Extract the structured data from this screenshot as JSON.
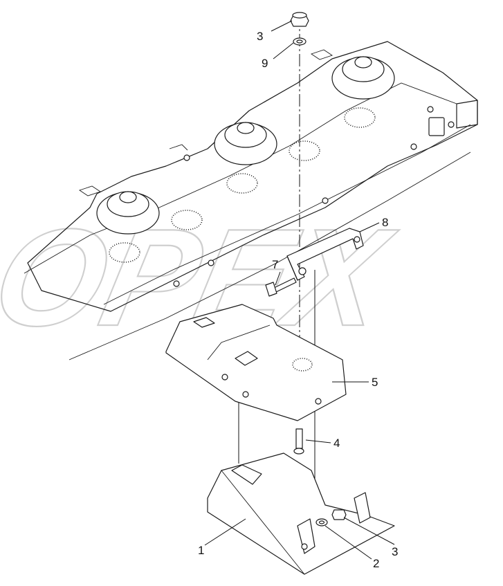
{
  "watermark": {
    "text": "OPEX"
  },
  "callouts": [
    {
      "id": "c-3-top",
      "label": "3"
    },
    {
      "id": "c-9",
      "label": "9"
    },
    {
      "id": "c-8",
      "label": "8"
    },
    {
      "id": "c-7",
      "label": "7"
    },
    {
      "id": "c-5",
      "label": "5"
    },
    {
      "id": "c-4",
      "label": "4"
    },
    {
      "id": "c-1",
      "label": "1"
    },
    {
      "id": "c-2",
      "label": "2"
    },
    {
      "id": "c-3-bottom",
      "label": "3"
    }
  ],
  "colors": {
    "line": "#1a1a1a",
    "watermark": "#cfcfcf",
    "background": "#ffffff"
  }
}
